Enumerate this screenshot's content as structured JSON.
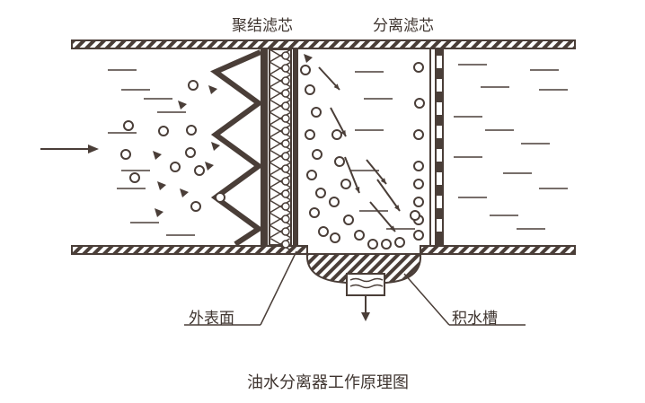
{
  "labels": {
    "coalescing_filter": "聚结滤芯",
    "separation_filter": "分离滤芯",
    "outer_surface": "外表面",
    "water_sump": "积水槽"
  },
  "caption": "油水分离器工作原理图",
  "colors": {
    "ink": "#4a3e38",
    "background": "#ffffff"
  }
}
